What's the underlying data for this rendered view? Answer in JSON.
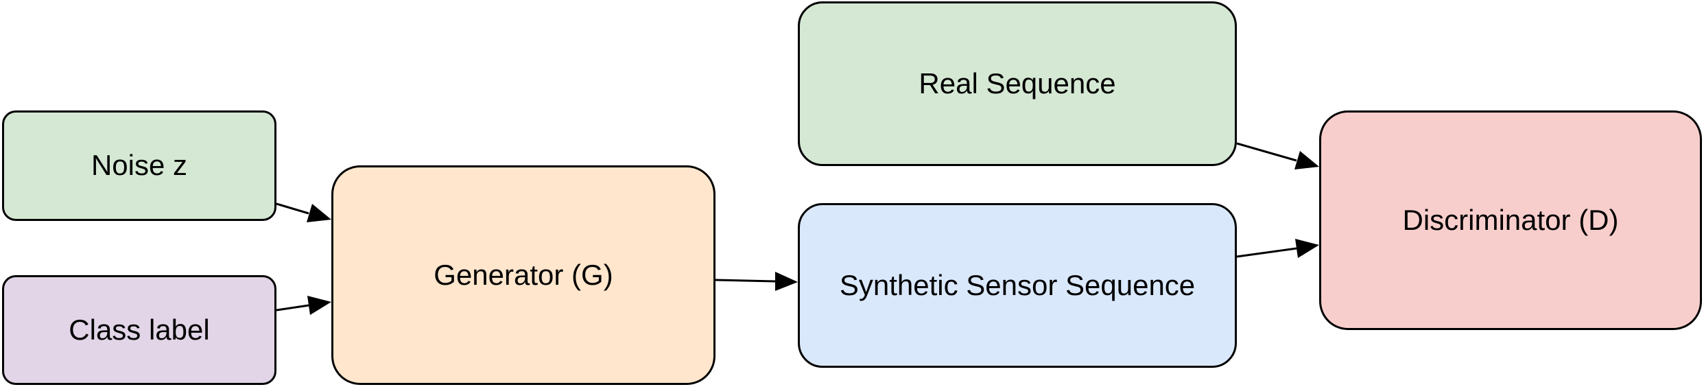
{
  "colors": {
    "stroke": "#000000",
    "green_fill": "#d5e8d4",
    "purple_fill": "#e1d5e7",
    "orange_fill": "#ffe6cc",
    "blue_fill": "#dae8fc",
    "red_fill": "#f8cecc"
  },
  "nodes": {
    "noise": {
      "label": "Noise z",
      "fill": "#d5e8d4"
    },
    "class_label": {
      "label": "Class label",
      "fill": "#e1d5e7"
    },
    "generator": {
      "label": "Generator (G)",
      "fill": "#ffe6cc"
    },
    "real_sequence": {
      "label": "Real Sequence",
      "fill": "#d5e8d4"
    },
    "synthetic_sequence": {
      "label": "Synthetic Sensor Sequence",
      "fill": "#dae8fc"
    },
    "discriminator": {
      "label": "Discriminator (D)",
      "fill": "#f8cecc"
    }
  },
  "edges": [
    {
      "from": "noise",
      "to": "generator"
    },
    {
      "from": "class_label",
      "to": "generator"
    },
    {
      "from": "generator",
      "to": "synthetic_sequence"
    },
    {
      "from": "real_sequence",
      "to": "discriminator"
    },
    {
      "from": "synthetic_sequence",
      "to": "discriminator"
    }
  ]
}
